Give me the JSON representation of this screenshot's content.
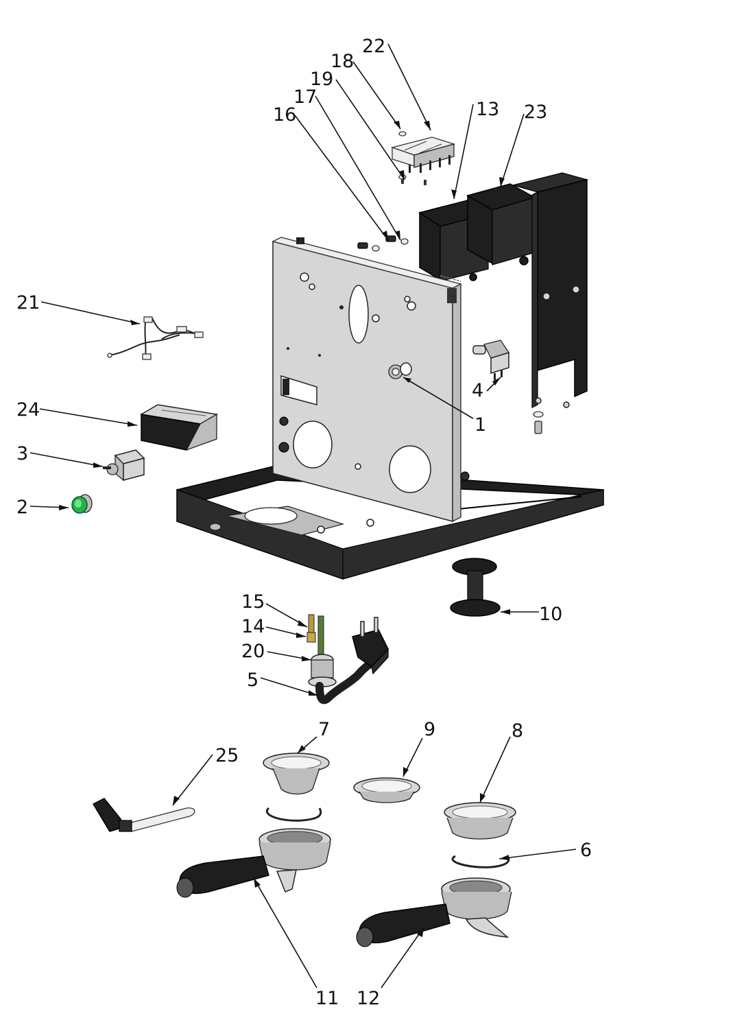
{
  "callouts": [
    {
      "key": "22",
      "text": "22"
    },
    {
      "key": "18",
      "text": "18"
    },
    {
      "key": "19",
      "text": "19"
    },
    {
      "key": "17",
      "text": "17"
    },
    {
      "key": "16",
      "text": "16"
    },
    {
      "key": "13",
      "text": "13"
    },
    {
      "key": "23",
      "text": "23"
    },
    {
      "key": "21",
      "text": "21"
    },
    {
      "key": "4",
      "text": "4"
    },
    {
      "key": "1",
      "text": "1"
    },
    {
      "key": "24",
      "text": "24"
    },
    {
      "key": "3",
      "text": "3"
    },
    {
      "key": "2",
      "text": "2"
    },
    {
      "key": "15",
      "text": "15"
    },
    {
      "key": "14",
      "text": "14"
    },
    {
      "key": "10",
      "text": "10"
    },
    {
      "key": "20",
      "text": "20"
    },
    {
      "key": "5",
      "text": "5"
    },
    {
      "key": "7",
      "text": "7"
    },
    {
      "key": "9",
      "text": "9"
    },
    {
      "key": "8",
      "text": "8"
    },
    {
      "key": "25",
      "text": "25"
    },
    {
      "key": "6",
      "text": "6"
    },
    {
      "key": "11",
      "text": "11"
    },
    {
      "key": "12",
      "text": "12"
    }
  ],
  "colors": {
    "line": "#111111",
    "dark_part": "#1e1e1e",
    "steel_part": "#d6d6d6",
    "indicator_lamp": "#22b14c"
  }
}
